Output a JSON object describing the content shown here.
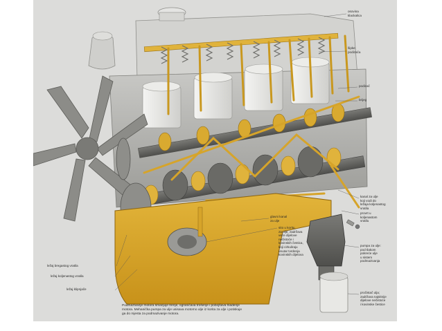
{
  "figure": {
    "labels": {
      "rocker_shaft": "osovina\nklackalica",
      "pushrods": "šipke\npodizača",
      "tappet": "podizač",
      "cam": "brijeg",
      "oil_channel_crankshaft": "kanal za ulje\nkoji vodi do\nležaja koljenastog\nvratila",
      "crankshaft_bore": "provrt u\nkoljenastom\nvratilu",
      "main_oil_channel": "glavni kanal\nza ulje",
      "oil_filter_sump": "sito u koritu,\nza ulje, zadržava\nveće dijelove\nnečistoće i\nkovinskih čestica,\nkoji cirkuliraju\nunutar tvrdenja\nkovinskih dijelova",
      "camshaft_bearing": "ležaj bregastog vratila",
      "crankshaft_bearing": "ležaj koljenastog vratila",
      "conrod_bearing": "ležaj klipnjače",
      "oil_pump": "pumpa za ulje:\npod tlakom\npokreće ulje\nu sistem\npodmazivanja",
      "oil_filter": "pročistač ulja;\nzadržava najsitnije\ndijelove nečistoće\ni kovinske čestice"
    },
    "caption": "Podmazivanje motora smanjuje trenje, ograničava trošenje i pobojšava hlađenje\nmotora. Mehanička pumpa za ulje usisava motorno ulje iz korita za ulje i potiskuje\nga do mjesta za podmazivanje motora."
  }
}
